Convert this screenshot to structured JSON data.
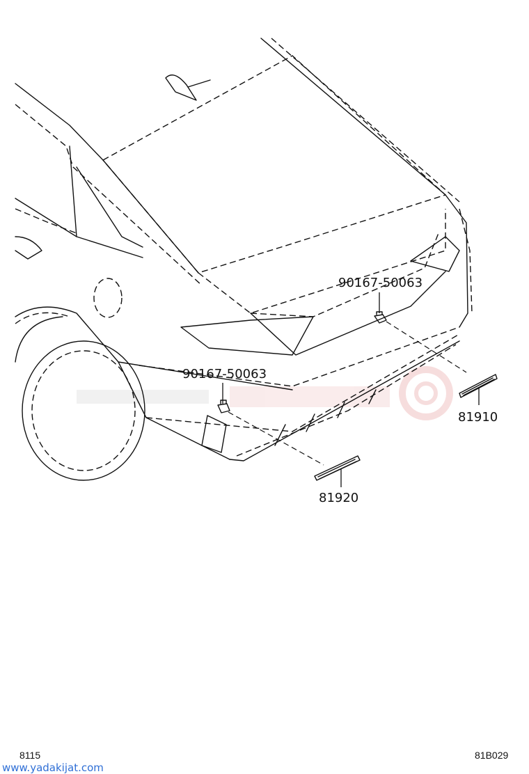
{
  "parts": {
    "bolt_upper": "90167-50063",
    "bolt_lower": "90167-50063",
    "reflector_right": "81910",
    "reflector_left": "81920"
  },
  "footer": {
    "left_code": "8115",
    "right_code": "81B029",
    "site": "www.yadakijat.com"
  },
  "colors": {
    "line": "#111111",
    "watermark": "#e8b8b8",
    "site_link": "#2f6fd6"
  }
}
